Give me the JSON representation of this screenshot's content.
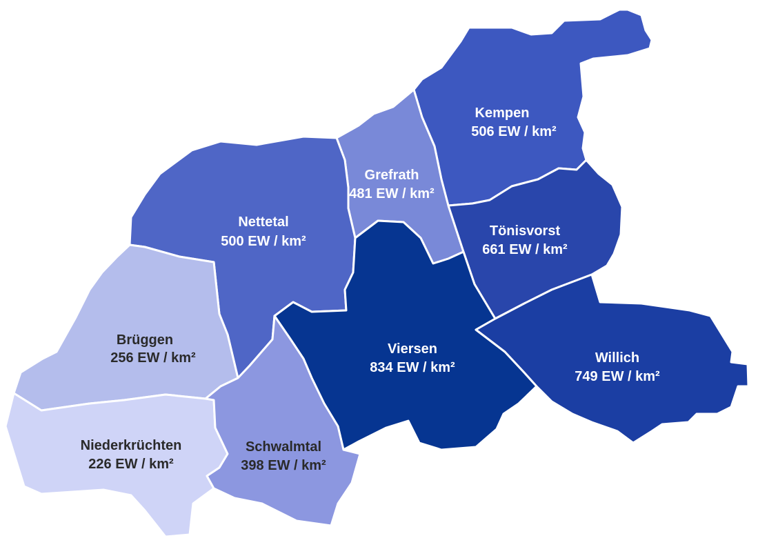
{
  "map": {
    "regions": [
      {
        "id": "kempen",
        "name": "Kempen",
        "density": "506 EW / km²",
        "fill": "#3d58c0",
        "text_color": "#ffffff"
      },
      {
        "id": "grefrath",
        "name": "Grefrath",
        "density": "481 EW / km²",
        "fill": "#7989d8",
        "text_color": "#ffffff"
      },
      {
        "id": "nettetal",
        "name": "Nettetal",
        "density": "500 EW / km²",
        "fill": "#4f66c6",
        "text_color": "#ffffff"
      },
      {
        "id": "toenisvorst",
        "name": "Tönisvorst",
        "density": "661 EW / km²",
        "fill": "#2946ab",
        "text_color": "#ffffff"
      },
      {
        "id": "brueggen",
        "name": "Brüggen",
        "density": "256 EW / km²",
        "fill": "#b4bdec",
        "text_color": "#2a2a2a"
      },
      {
        "id": "viersen",
        "name": "Viersen",
        "density": "834 EW / km²",
        "fill": "#063591",
        "text_color": "#ffffff"
      },
      {
        "id": "willich",
        "name": "Willich",
        "density": "749 EW / km²",
        "fill": "#1b3ea3",
        "text_color": "#ffffff"
      },
      {
        "id": "niederkruechten",
        "name": "Niederkrüchten",
        "density": "226 EW / km²",
        "fill": "#cfd4f7",
        "text_color": "#2a2a2a"
      },
      {
        "id": "schwalmtal",
        "name": "Schwalmtal",
        "density": "398 EW / km²",
        "fill": "#8c97e0",
        "text_color": "#2a2a2a"
      }
    ]
  }
}
